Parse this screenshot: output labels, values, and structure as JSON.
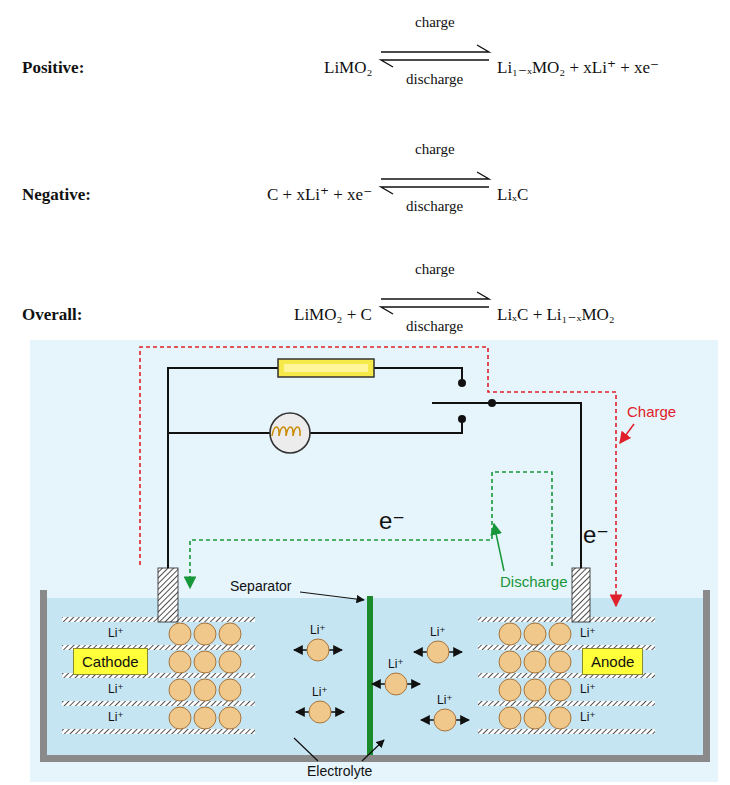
{
  "diagram": {
    "nodes": [
      {
        "text": [
          "Cathode"
        ]
      },
      {
        "text": [
          "Anode"
        ]
      }
    ],
    "labels": [
      "Positive:",
      "charge",
      "LiMO₂",
      "Li₁₋ₓMO₂ + xLi⁺ + xe⁻",
      "discharge",
      "charge",
      "Negative:",
      "C + xLi⁺ + xe⁻",
      "LiₓC",
      "discharge",
      "charge",
      "Overall:",
      "LiMO₂ + C",
      "LiₓC + Li₁₋ₓMO₂",
      "discharge",
      "Charge",
      "e⁻",
      "e⁻",
      "Discharge",
      "Separator",
      "Li⁺",
      "Li⁺",
      "Li⁺",
      "Li⁺",
      "Li⁺",
      "Li⁺",
      "Li⁺",
      "Li⁺",
      "Li⁺",
      "Li⁺",
      "Li⁺",
      "Electrolyte"
    ]
  }
}
